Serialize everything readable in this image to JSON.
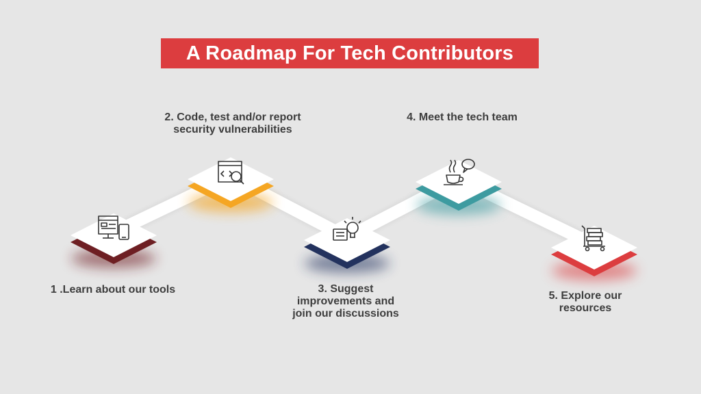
{
  "title": "A Roadmap For Tech Contributors",
  "steps": [
    {
      "label": "1 .Learn about our tools",
      "icon": "computer-devices-icon",
      "color": "#6e1f23"
    },
    {
      "label": "2. Code, test and/or report\nsecurity vulnerabilities",
      "icon": "code-inspect-icon",
      "color": "#f5a623"
    },
    {
      "label": "3. Suggest\nimprovements and\njoin our discussions",
      "icon": "lightbulb-idea-icon",
      "color": "#23325e"
    },
    {
      "label": "4. Meet the tech team",
      "icon": "coffee-chat-icon",
      "color": "#3d9ba0"
    },
    {
      "label": "5. Explore our\nresources",
      "icon": "books-cart-icon",
      "color": "#dc3d3f"
    }
  ],
  "colors": {
    "background": "#e6e6e6",
    "title_bg": "#dc3d3f",
    "line": "#ffffff",
    "text": "#3d3d3d"
  }
}
